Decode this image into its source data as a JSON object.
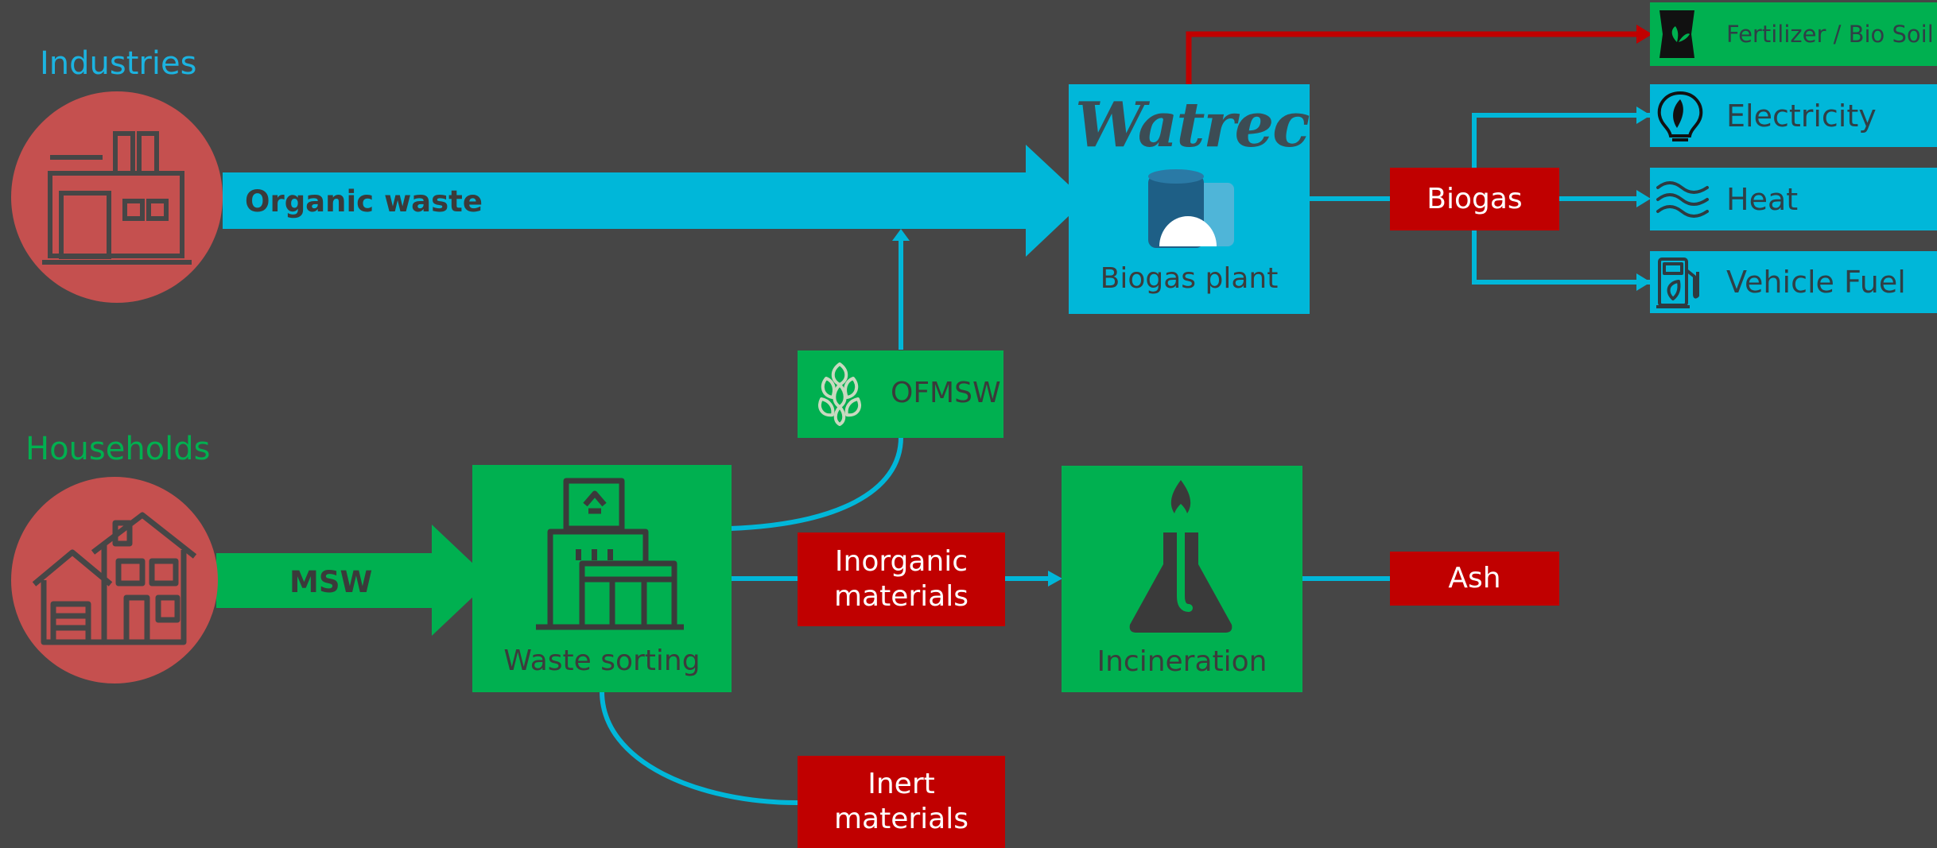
{
  "sources": {
    "industries": {
      "title": "Industries",
      "color": "#1cb3e0"
    },
    "households": {
      "title": "Households",
      "color": "#00b050"
    }
  },
  "flows": {
    "organic_waste": "Organic waste",
    "msw": "MSW"
  },
  "nodes": {
    "biogas_plant": {
      "logo": "Watrec",
      "caption": "Biogas plant"
    },
    "waste_sorting": {
      "caption": "Waste sorting"
    },
    "ofmsw": {
      "label": "OFMSW"
    },
    "incineration": {
      "caption": "Incineration"
    }
  },
  "products": {
    "biogas": "Biogas",
    "inorganic": [
      "Inorganic",
      "materials"
    ],
    "inert": [
      "Inert",
      "materials"
    ],
    "ash": "Ash"
  },
  "outputs": {
    "fertilizer": "Fertilizer / Bio Soil",
    "electricity": "Electricity",
    "heat": "Heat",
    "vehicle_fuel": "Vehicle Fuel"
  },
  "colors": {
    "background": "#464646",
    "source_circle": "#c5504f",
    "flow_cyan": "#00b7d9",
    "flow_green": "#00b050",
    "product_red": "#c00000",
    "fertilizer_line": "#c00000"
  },
  "icons": {
    "industries": "factory-icon",
    "households": "houses-icon",
    "waste_sorting": "sorting-plant-icon",
    "ofmsw": "hops-icon",
    "biogas_plant": "biogas-tanks-icon",
    "incineration": "flask-flame-icon",
    "fertilizer": "fertilizer-bag-icon",
    "electricity": "leaf-bulb-icon",
    "heat": "heat-waves-icon",
    "vehicle_fuel": "fuel-pump-icon"
  }
}
